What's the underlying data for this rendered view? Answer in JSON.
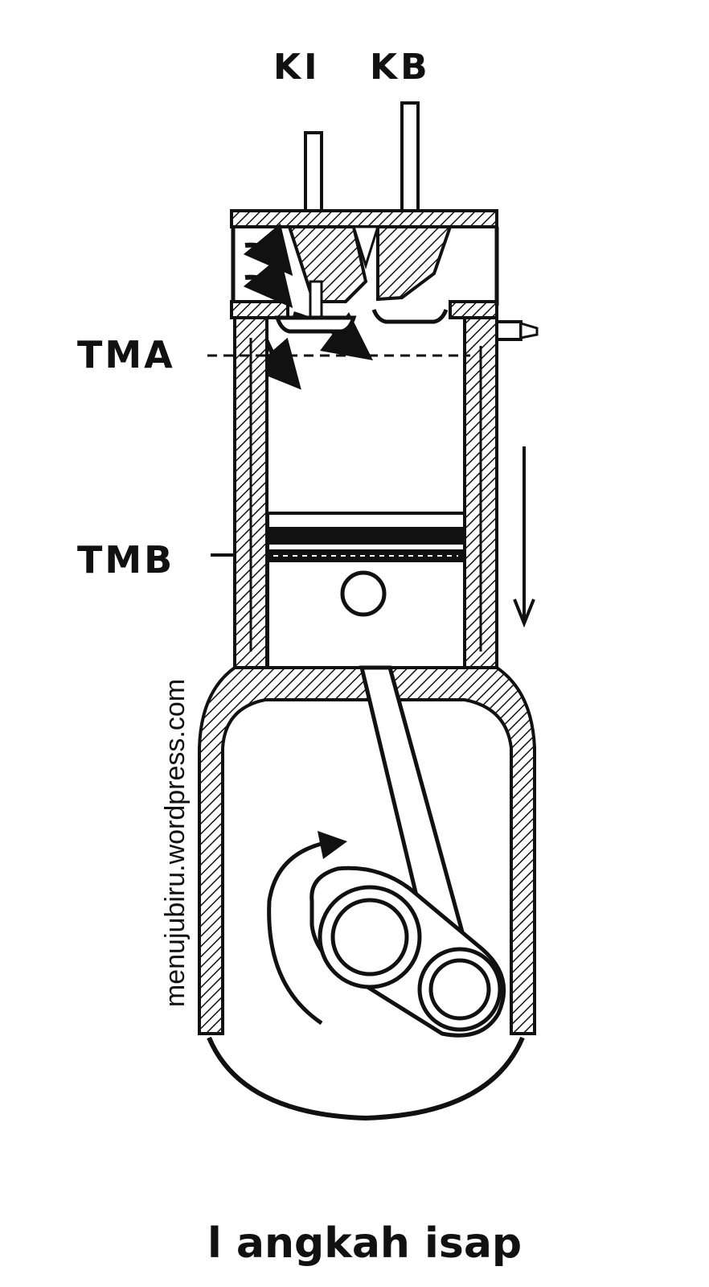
{
  "labels": {
    "intake_valve": "KI",
    "exhaust_valve": "KB",
    "top_dead_center": "TMA",
    "bottom_dead_center": "TMB"
  },
  "caption": "l angkah isap",
  "watermark": "menujubiru.wordpress.com",
  "colors": {
    "ink": "#111111",
    "background": "#ffffff"
  }
}
